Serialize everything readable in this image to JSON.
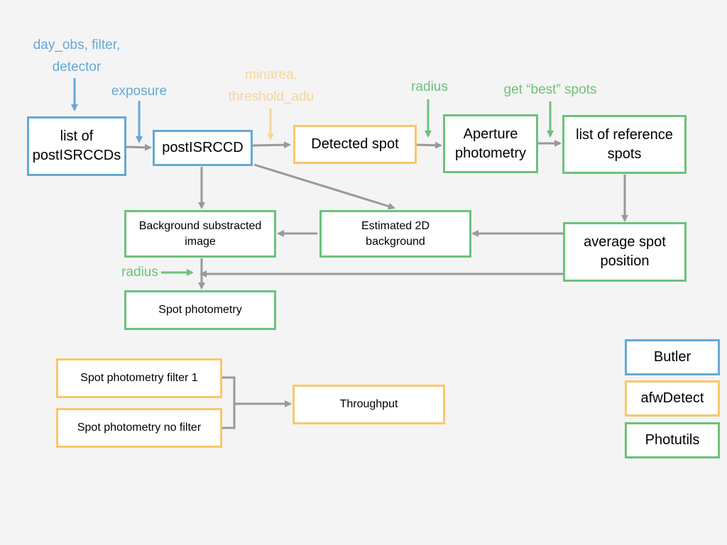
{
  "colors": {
    "butler": "#64a9d6",
    "afwdetect": "#f8c86a",
    "afwdetect_label": "#f8d59a",
    "photutils": "#6cc27a",
    "arrow": "#999999",
    "background": "#f4f4f4"
  },
  "params": {
    "day_obs_filter_detector": "day_obs, filter,\ndetector",
    "exposure": "exposure",
    "minarea_threshold": "minarea,\nthreshold_adu",
    "radius_aperture": "radius",
    "get_best_spots": "get “best” spots",
    "radius_spot": "radius"
  },
  "nodes": {
    "list_of_postisrccds": "list of\npostISRCCDs",
    "postisrccd": "postISRCCD",
    "detected_spot": "Detected spot",
    "aperture_photometry": "Aperture\nphotometry",
    "list_of_reference_spots": "list of reference\nspots",
    "background_subtracted_image": "Background substracted\nimage",
    "estimated_2d_background": "Estimated 2D\nbackground",
    "average_spot_position": "average spot\nposition",
    "spot_photometry": "Spot photometry",
    "spot_photometry_filter_1": "Spot photometry filter 1",
    "spot_photometry_no_filter": "Spot photometry no filter",
    "throughput": "Throughput"
  },
  "legend": {
    "butler": "Butler",
    "afwdetect": "afwDetect",
    "photutils": "Photutils"
  }
}
